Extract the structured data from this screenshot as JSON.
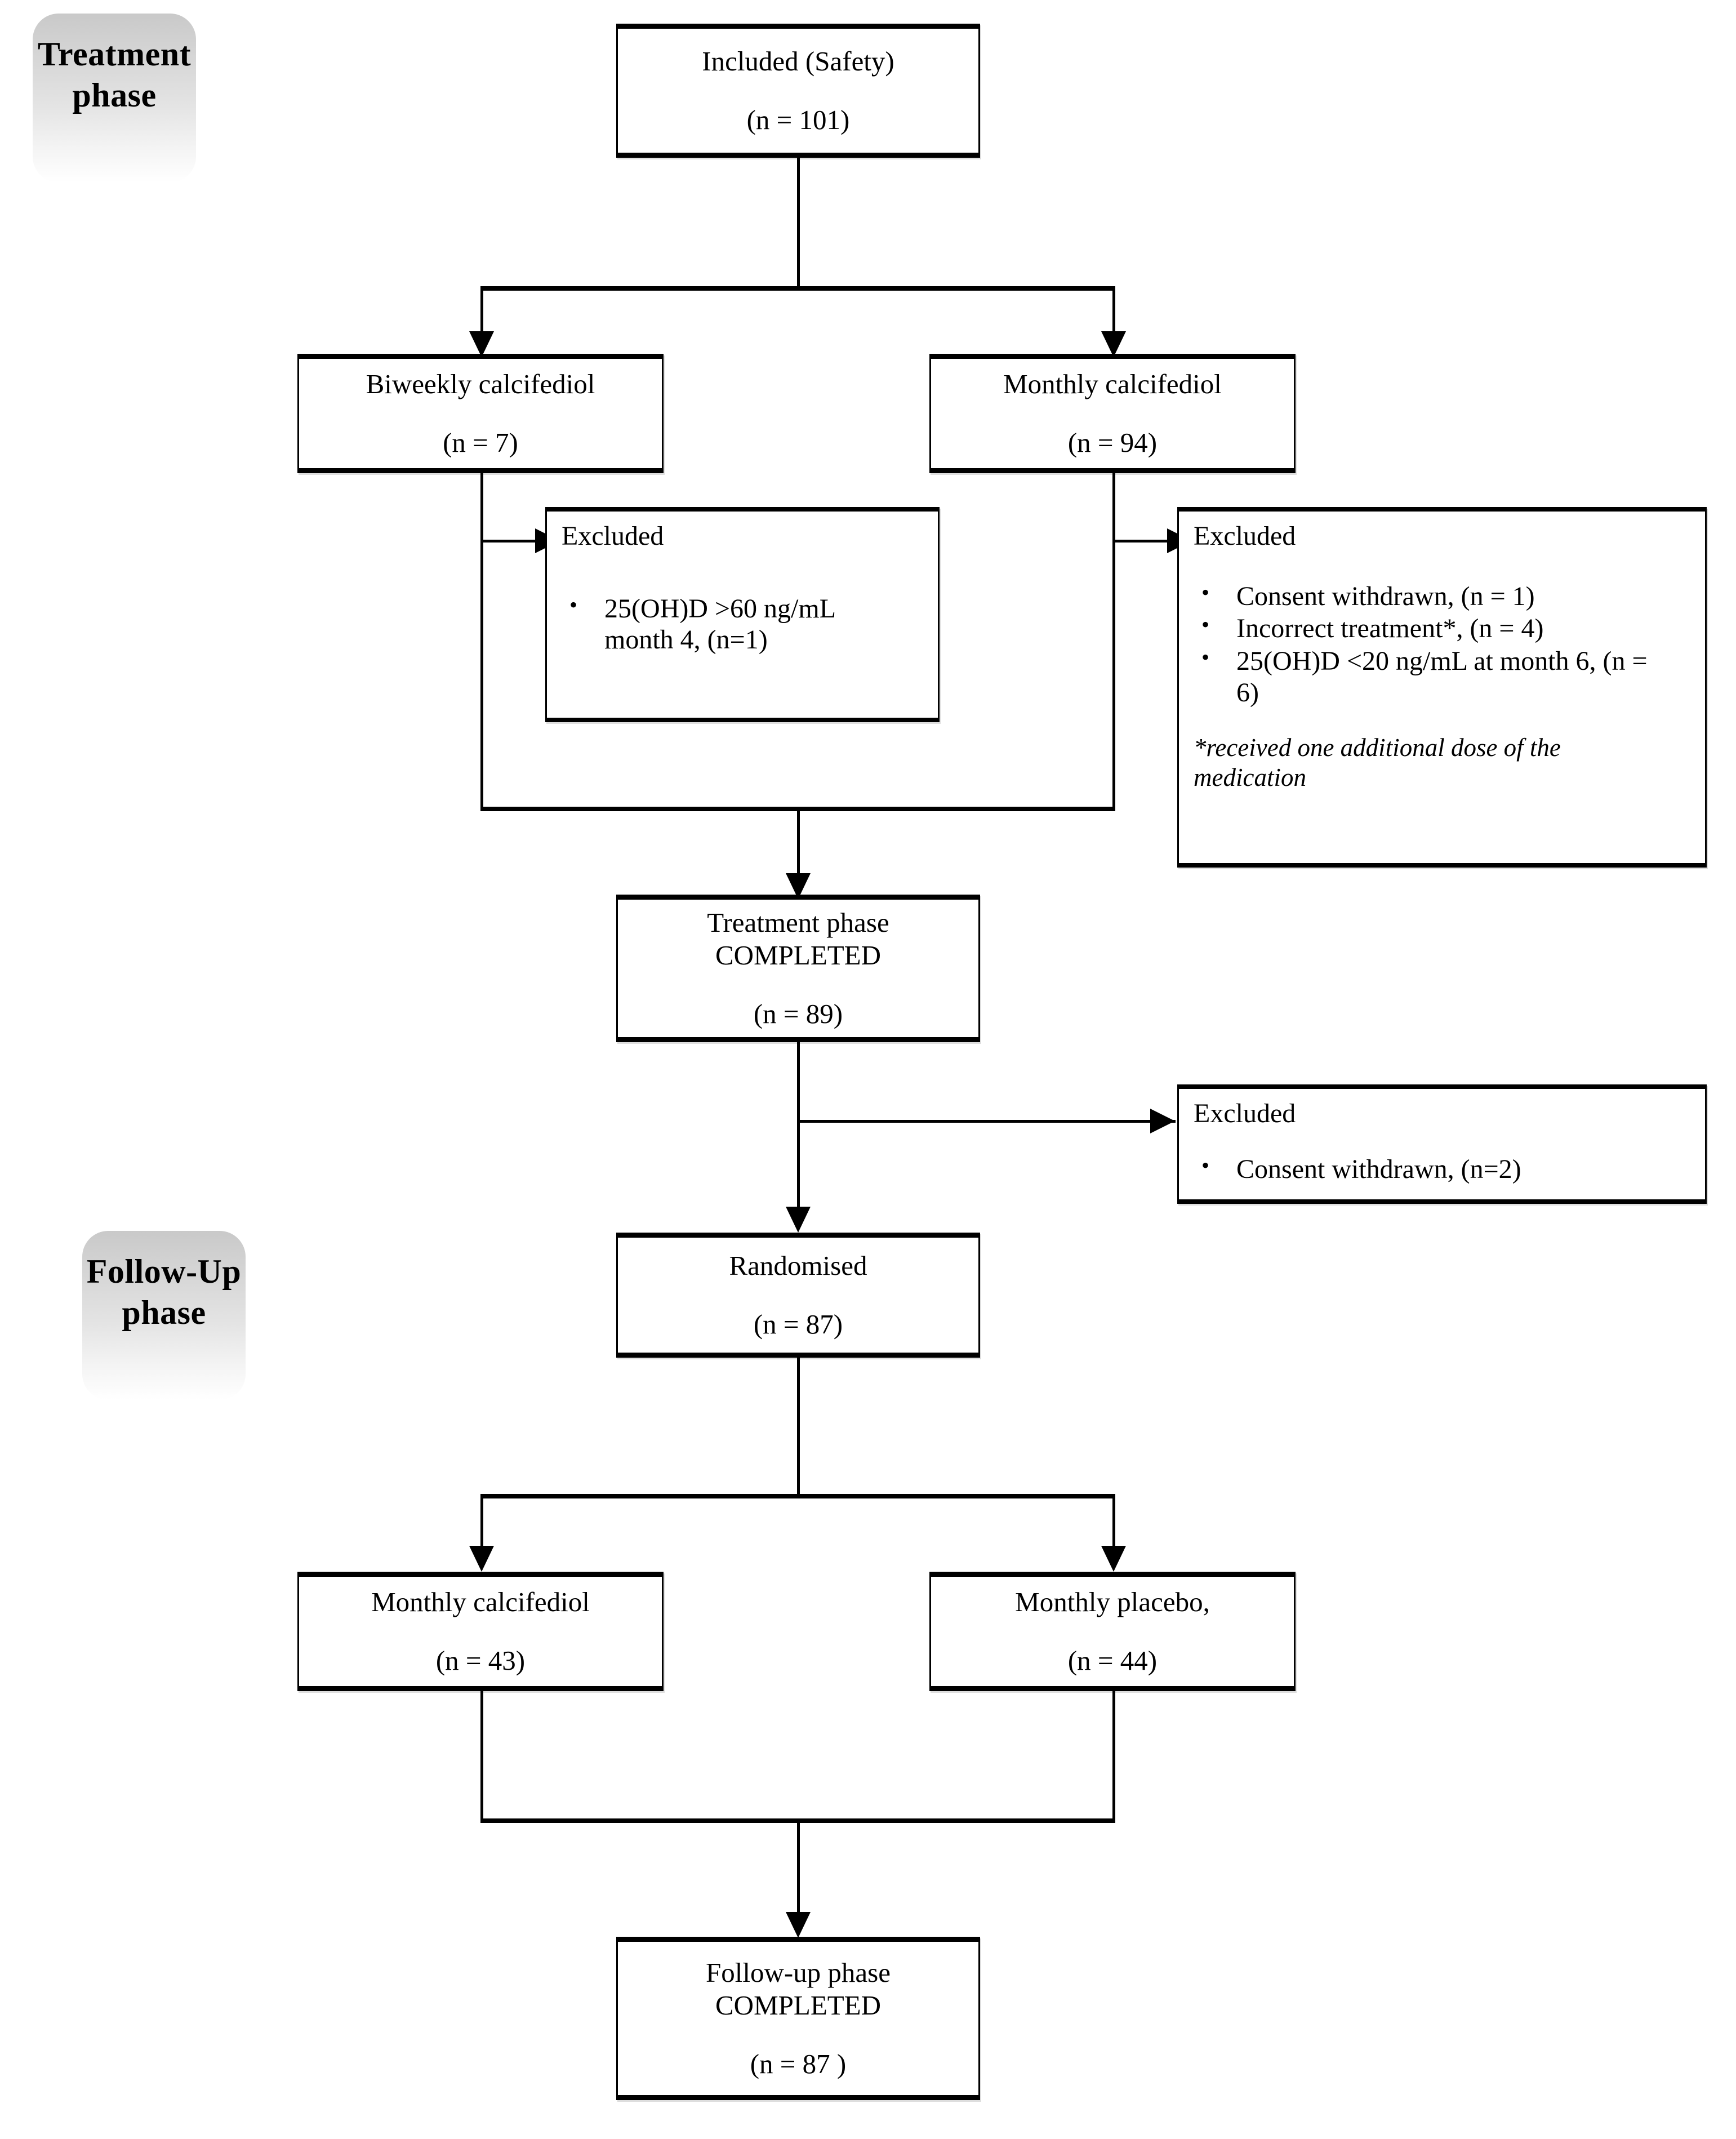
{
  "diagram": {
    "type": "consort-flow-diagram",
    "title": "Study participant flow (treatment and follow-up phases)"
  },
  "phases": [
    {
      "id": "treatment",
      "line1": "Treatment",
      "line2": "phase"
    },
    {
      "id": "followup",
      "line1": "Follow-Up",
      "line2": "phase"
    }
  ],
  "nodes": {
    "included": {
      "line1": "Included (Safety)",
      "n": "(n = 101)"
    },
    "biweekly": {
      "line1": "Biweekly calcifediol",
      "n": "(n = 7)"
    },
    "monthly": {
      "line1": "Monthly calcifediol",
      "n": "(n = 94)"
    },
    "treatment_completed": {
      "line1": "Treatment phase",
      "line2": "COMPLETED",
      "n": "(n = 89)"
    },
    "randomised": {
      "line1": "Randomised",
      "n": "(n = 87)"
    },
    "fu_calcifediol": {
      "line1": "Monthly calcifediol",
      "n": "(n = 43)"
    },
    "fu_placebo": {
      "line1": "Monthly placebo,",
      "n": "(n = 44)"
    },
    "followup_completed": {
      "line1": "Follow-up phase",
      "line2": "COMPLETED",
      "n": "(n = 87 )"
    }
  },
  "excluded": {
    "biweekly_excluded": {
      "heading": "Excluded",
      "items": [
        "25(OH)D >60 ng/mL month 4, (n=1)"
      ]
    },
    "monthly_excluded": {
      "heading": "Excluded",
      "items": [
        "Consent withdrawn, (n = 1)",
        "Incorrect treatment*, (n = 4)",
        "25(OH)D <20 ng/mL at month 6, (n = 6)"
      ],
      "footnote": "*received one additional dose of the medication"
    },
    "randomisation_excluded": {
      "heading": "Excluded",
      "items": [
        "Consent withdrawn, (n=2)"
      ]
    }
  }
}
